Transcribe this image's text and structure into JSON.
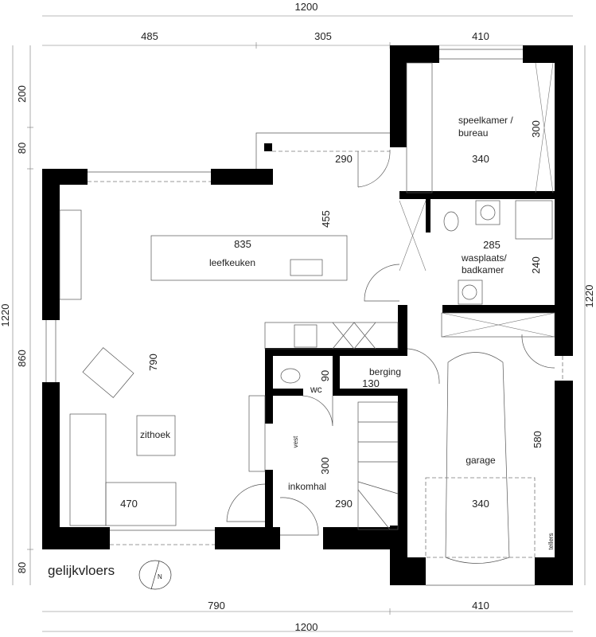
{
  "plan": {
    "title": "gelijkvloers",
    "compass_label": "N",
    "dimensions": {
      "top_total": "1200",
      "top_segments": [
        "485",
        "305",
        "410"
      ],
      "bottom_segments": [
        "790",
        "410"
      ],
      "bottom_total": "1200",
      "left_segments": [
        "200",
        "80",
        "860",
        "80"
      ],
      "left_total": "1220",
      "right_total": "1220"
    },
    "rooms": [
      {
        "name": "speelkamer /",
        "name2": "bureau",
        "width": "340",
        "depth": "300"
      },
      {
        "name": "leefkeuken",
        "width": "835",
        "depth": "455"
      },
      {
        "name": "wasplaats/",
        "name2": "badkamer",
        "width": "285",
        "depth": "240"
      },
      {
        "name": "berging",
        "width": "130"
      },
      {
        "name": "wc",
        "depth": "90"
      },
      {
        "name": "zithoek",
        "width": "470",
        "depth": "790"
      },
      {
        "name": "inkomhal",
        "width": "290",
        "depth": "300"
      },
      {
        "name": "garage",
        "width": "340",
        "depth": "580"
      }
    ],
    "annotations": {
      "vest": "vest",
      "tellers": "tellers",
      "hall_top": "290"
    }
  }
}
